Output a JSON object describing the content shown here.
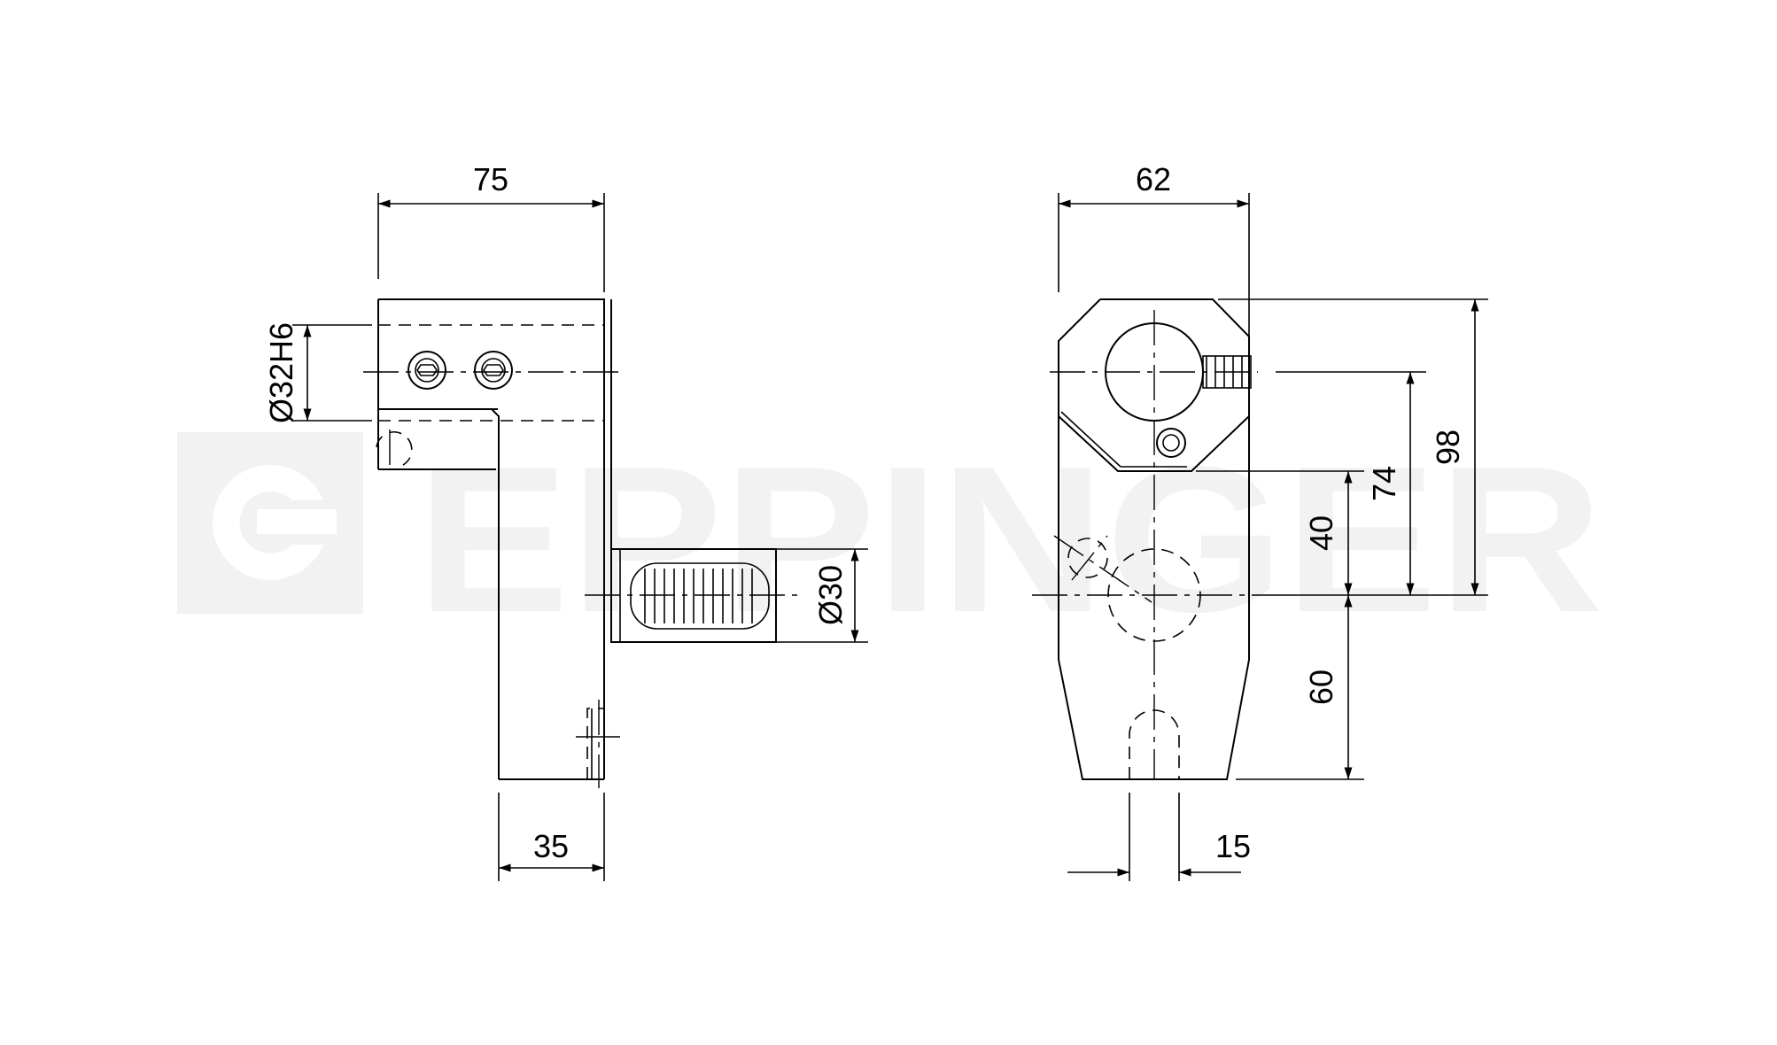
{
  "watermark": {
    "brand": "EPPINGER",
    "color": "#f2f2f2"
  },
  "side_view": {
    "dim_width": "75",
    "dim_bore": "Ø32H6",
    "dim_shank": "Ø30",
    "dim_base": "35"
  },
  "front_view": {
    "dim_width": "62",
    "dim_total_height": "98",
    "dim_74": "74",
    "dim_40": "40",
    "dim_60": "60",
    "dim_slot": "15"
  }
}
